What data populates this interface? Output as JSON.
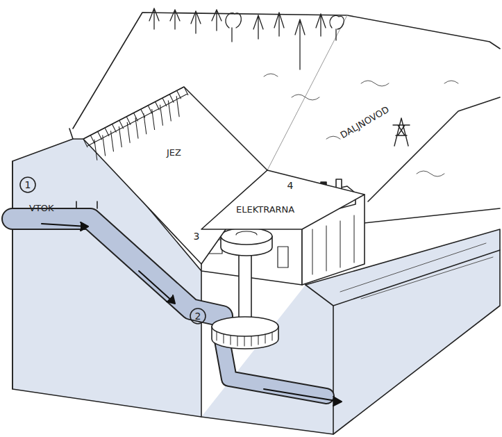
{
  "diagram": {
    "nodes": [
      {
        "text": [
          "JEZ"
        ]
      },
      {
        "text": [
          "ELEKTRARNA"
        ]
      }
    ],
    "labels": [
      "1",
      "VTOK",
      "2",
      "3",
      "4",
      "DALJNOVOD"
    ]
  }
}
